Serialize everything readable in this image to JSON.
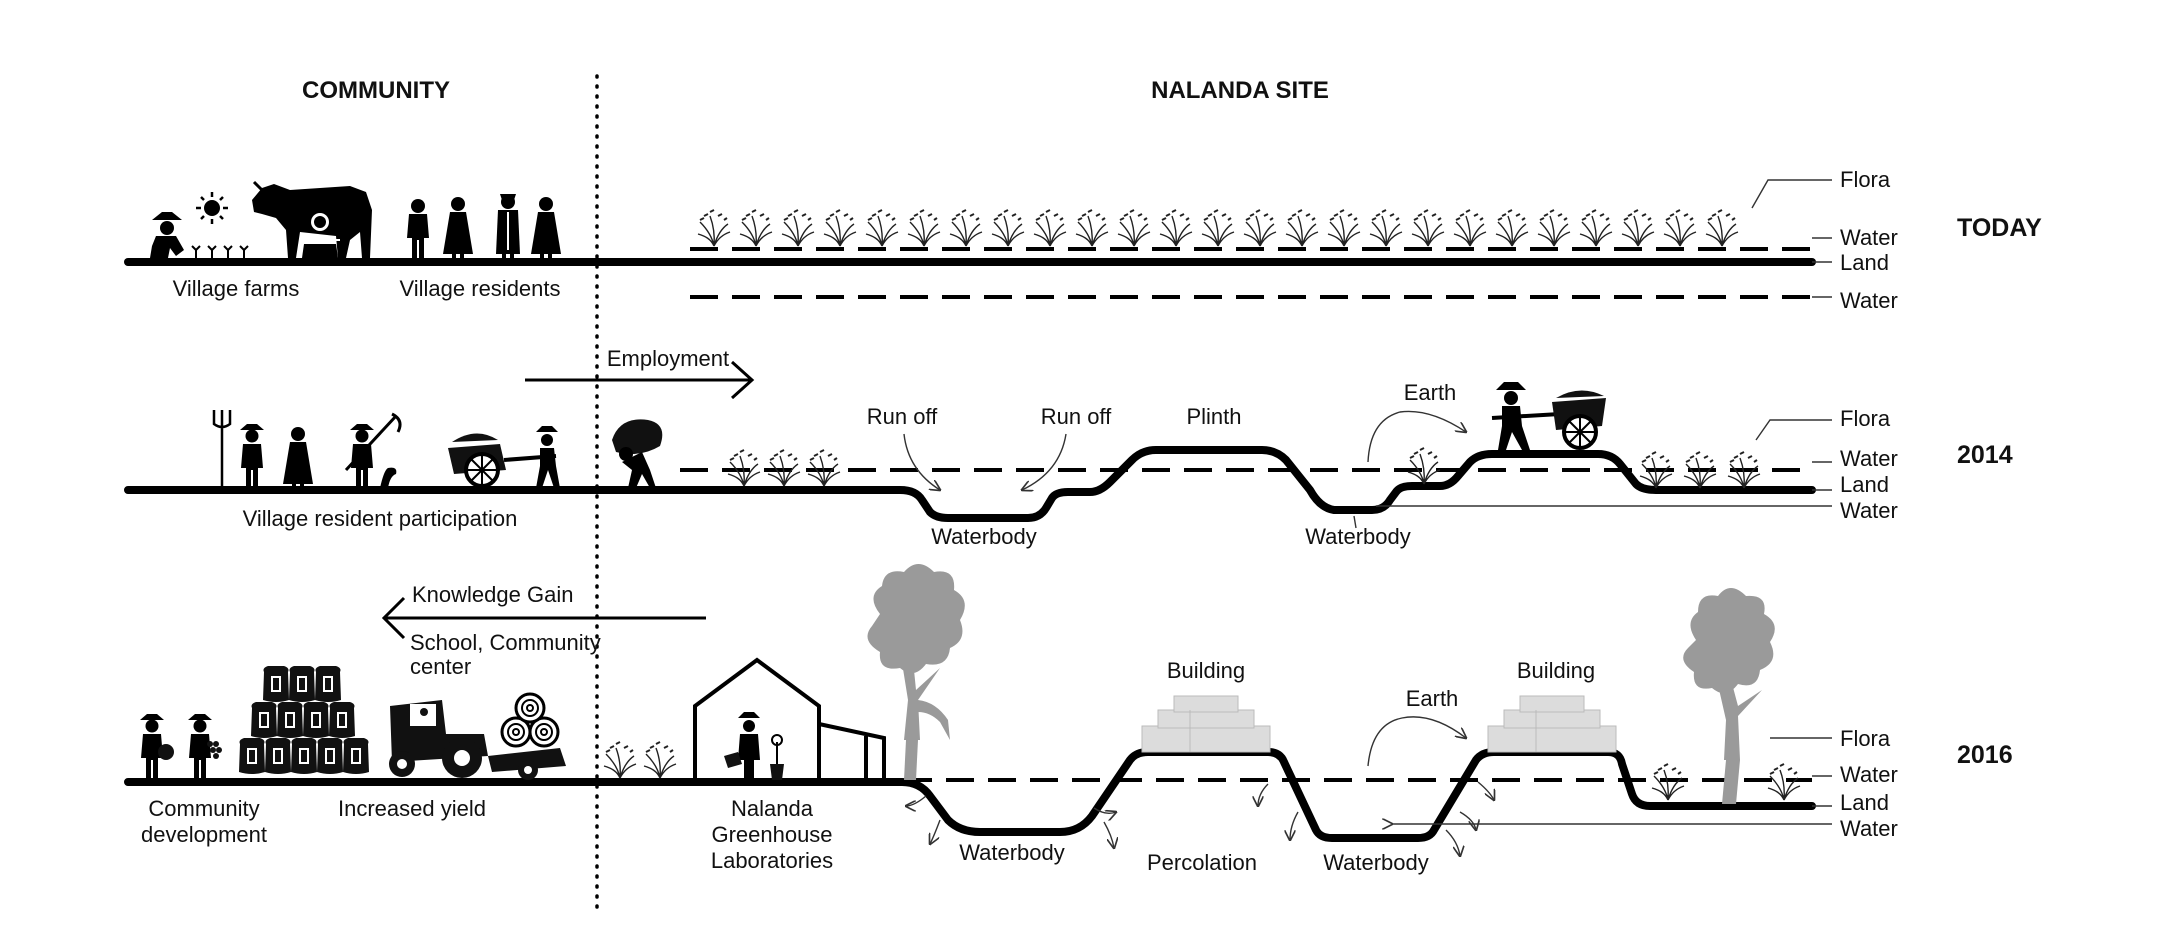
{
  "headers": {
    "community": "COMMUNITY",
    "site": "NALANDA SITE"
  },
  "years": {
    "today": "TODAY",
    "y2014": "2014",
    "y2016": "2016"
  },
  "today": {
    "village_farms": "Village farms",
    "village_residents": "Village residents",
    "flora": "Flora",
    "water_top": "Water",
    "land": "Land",
    "water_bottom": "Water"
  },
  "row2014": {
    "employment": "Employment",
    "participation": "Village resident participation",
    "runoff_1": "Run off",
    "runoff_2": "Run off",
    "plinth": "Plinth",
    "earth": "Earth",
    "waterbody_1": "Waterbody",
    "waterbody_2": "Waterbody",
    "flora": "Flora",
    "water_top": "Water",
    "land": "Land",
    "water_bottom": "Water"
  },
  "row2016": {
    "knowledge_gain": "Knowledge Gain",
    "school_line1": "School, Community",
    "school_line2": "center",
    "community_dev_line1": "Community",
    "community_dev_line2": "development",
    "increased_yield": "Increased yield",
    "greenhouse_line1": "Nalanda",
    "greenhouse_line2": "Greenhouse",
    "greenhouse_line3": "Laboratories",
    "building_1": "Building",
    "building_2": "Building",
    "earth": "Earth",
    "waterbody_1": "Waterbody",
    "percolation": "Percolation",
    "waterbody_2": "Waterbody",
    "flora": "Flora",
    "water_top": "Water",
    "land": "Land",
    "water_bottom": "Water"
  },
  "icons": [
    "farmer-icon",
    "sun-icon",
    "cow-icon",
    "villager-icon",
    "cart-icon",
    "tractor-icon",
    "hay-bale-icon",
    "grain-sack-icon",
    "greenhouse-icon",
    "tree-icon",
    "plant-icon"
  ],
  "colors": {
    "line": "#000000",
    "tree": "#9a9a9a",
    "building": "#dcdcdc"
  }
}
